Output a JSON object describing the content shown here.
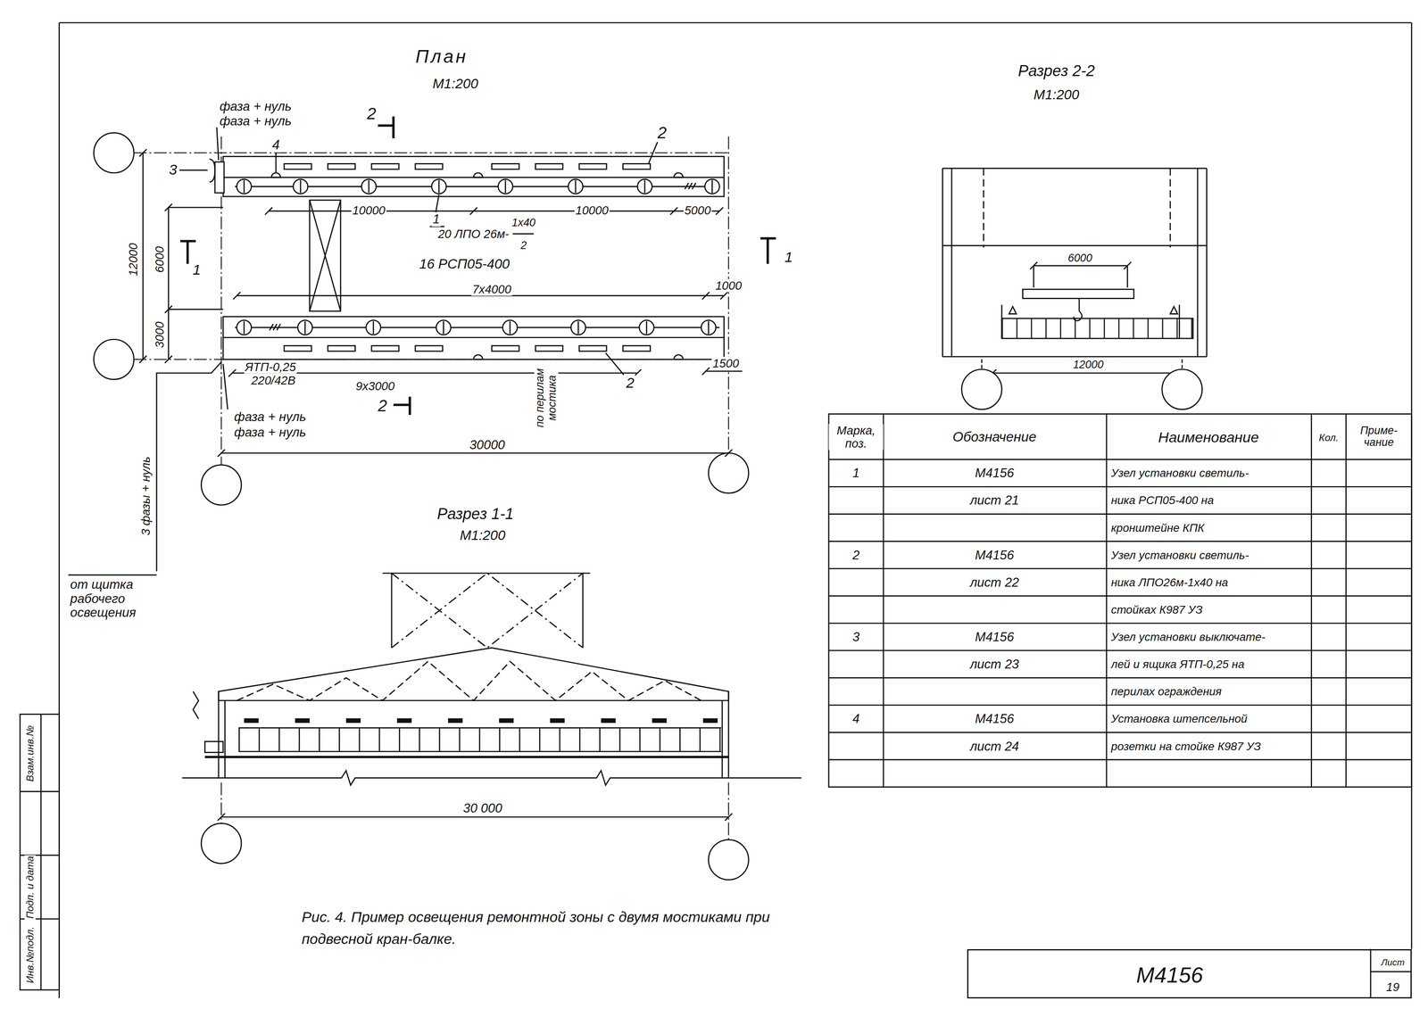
{
  "diagram": {
    "title": "План",
    "caption": "Рис. 4. Пример освещения ремонтной зоны с двумя мостиками при подвесной кран-балке.",
    "nodes": [
      {
        "text": [
          "М4156",
          "Лист",
          "19"
        ]
      }
    ],
    "labels": [
      "М1:200",
      "фаза + нуль",
      "фаза + нуль",
      "2",
      "2",
      "4",
      "3",
      "10000",
      "10000",
      "5000",
      "1",
      "20 ЛПО 26м-",
      "1х40",
      "2",
      "16 РСП05-400",
      "12000",
      "6000",
      "3000",
      "1",
      "1",
      "7х4000",
      "1000",
      "ЯТП-0,25",
      "220/42В",
      "9х3000",
      "2",
      "1500",
      "по перилам мостика",
      "2",
      "фаза + нуль",
      "фаза + нуль",
      "30000",
      "3 фазы + нуль",
      "от щитка рабочего освещения",
      "Разрез 1-1",
      "М1:200",
      "30 000",
      "Разрез 2-2",
      "М1:200",
      "6000",
      "12000",
      "Марка, поз.",
      "Обозначение",
      "Наименование",
      "Кол.",
      "Приме- чание",
      "1",
      "М4156",
      "Узел установки светиль-",
      "лист 21",
      "ника РСП05-400 на",
      "кронштейне КПК",
      "2",
      "М4156",
      "Узел установки светиль-",
      "лист 22",
      "ника ЛПО26м-1х40 на",
      "стойках К987 УЗ",
      "3",
      "М4156",
      "Узел установки выключате-",
      "лист 23",
      "лей и ящика ЯТП-0,25 на",
      "перилах ограждения",
      "4",
      "М4156",
      "Установка штепсельной",
      "лист 24",
      "розетки на стойке К987 УЗ",
      "Взам.инв.№",
      "Подп. и дата",
      "Инв.№подл."
    ]
  }
}
